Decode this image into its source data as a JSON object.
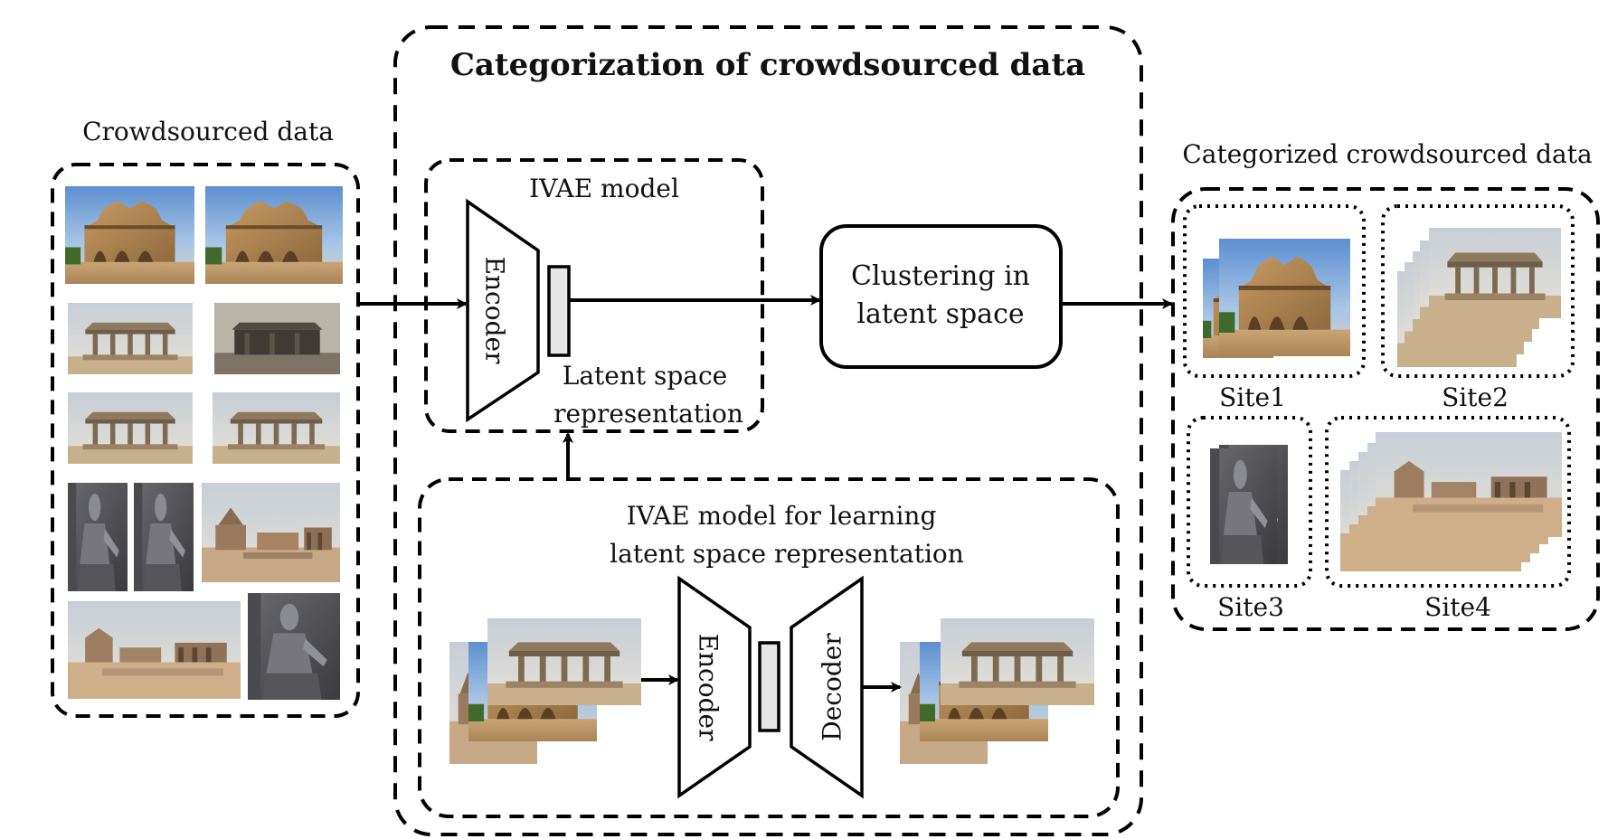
{
  "diagram": {
    "title": "Categorization of crowdsourced data",
    "input_panel": {
      "title": "Crowdsourced data"
    },
    "ivae_model": {
      "title": "IVAE model",
      "encoder_label": "Encoder",
      "latent_label_line1": "Latent space",
      "latent_label_line2": "representation"
    },
    "clustering": {
      "line1": "Clustering in",
      "line2": "latent space"
    },
    "learning_panel": {
      "title_line1": "IVAE model for learning",
      "title_line2": "latent space representation",
      "encoder_label": "Encoder",
      "decoder_label": "Decoder"
    },
    "output_panel": {
      "title": "Categorized crowdsourced data",
      "sites": [
        "Site1",
        "Site2",
        "Site3",
        "Site4"
      ]
    }
  }
}
